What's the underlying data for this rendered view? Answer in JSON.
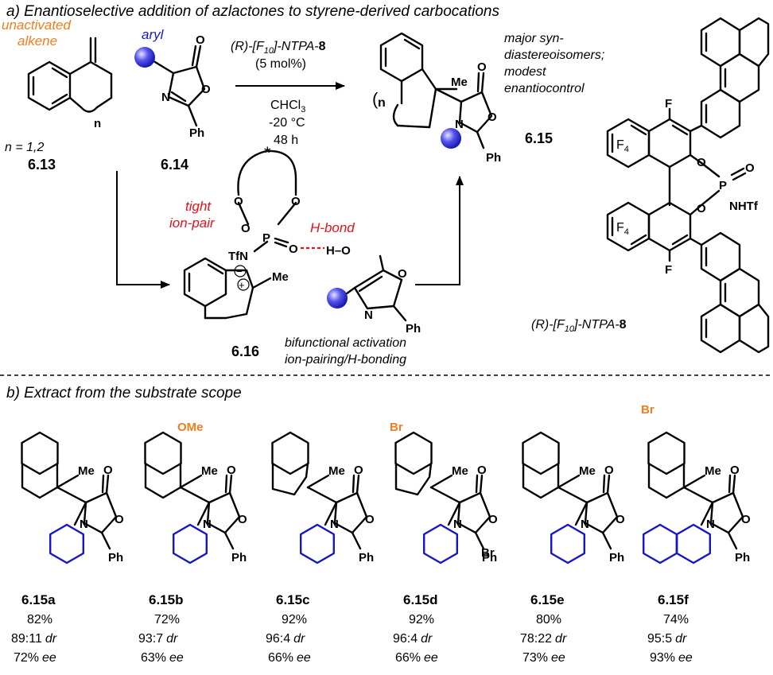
{
  "section_a": {
    "title": "a) Enantioselective addition of azlactones to styrene-derived carbocations",
    "unactivated_1": "unactivated",
    "unactivated_2": "alkene",
    "aryl": "aryl",
    "n_range": "n = 1,2",
    "n_label": "n",
    "cmp_613": "6.13",
    "cmp_614": "6.14",
    "cmp_615": "6.15",
    "cmp_616": "6.16",
    "catalyst_line1_pre": "(R)-[F",
    "catalyst_sub": "10",
    "catalyst_line1_post": "]-NTPA-",
    "catalyst_num": "8",
    "loading": "(5 mol%)",
    "solvent_pre": "CHCl",
    "solvent_sub": "3",
    "temp": "-20 °C",
    "time": "48 h",
    "outcome_1": "major syn-",
    "outcome_2": "diastereoisomers;",
    "outcome_3": "modest",
    "outcome_4": "enantiocontrol",
    "tight_1": "tight",
    "tight_2": "ion-pair",
    "hbond": "H-bond",
    "bifunctional_1": "bifunctional activation",
    "bifunctional_2": "ion-pairing/H-bonding",
    "atoms": {
      "Me": "Me",
      "O": "O",
      "N": "N",
      "Ph": "Ph",
      "F": "F",
      "F4": "F",
      "four": "4",
      "P": "P",
      "NHTf": "NHTf",
      "TfN": "TfN",
      "HO": "H–O",
      "plus": "+",
      "minus": "−",
      "star": "*"
    }
  },
  "section_b": {
    "title": "b) Extract from the substrate scope",
    "substituents": {
      "OMe": "OMe",
      "Br": "Br"
    },
    "entries": [
      {
        "id": "6.15a",
        "yield": "82%",
        "dr_val": "89:11",
        "dr_unit": "dr",
        "ee_val": "72%",
        "ee_unit": "ee"
      },
      {
        "id": "6.15b",
        "yield": "72%",
        "dr_val": "93:7",
        "dr_unit": "dr",
        "ee_val": "63%",
        "ee_unit": "ee"
      },
      {
        "id": "6.15c",
        "yield": "92%",
        "dr_val": "96:4",
        "dr_unit": "dr",
        "ee_val": "66%",
        "ee_unit": "ee"
      },
      {
        "id": "6.15d",
        "yield": "92%",
        "dr_val": "96:4",
        "dr_unit": "dr",
        "ee_val": "66%",
        "ee_unit": "ee"
      },
      {
        "id": "6.15e",
        "yield": "80%",
        "dr_val": "78:22",
        "dr_unit": "dr",
        "ee_val": "73%",
        "ee_unit": "ee"
      },
      {
        "id": "6.15f",
        "yield": "74%",
        "dr_val": "95:5",
        "dr_unit": "dr",
        "ee_val": "93%",
        "ee_unit": "ee"
      }
    ]
  },
  "colors": {
    "orange": "#f07d1e",
    "blue": "#1515c8",
    "red": "#e8101a",
    "sphere": "#3a3ae8"
  }
}
